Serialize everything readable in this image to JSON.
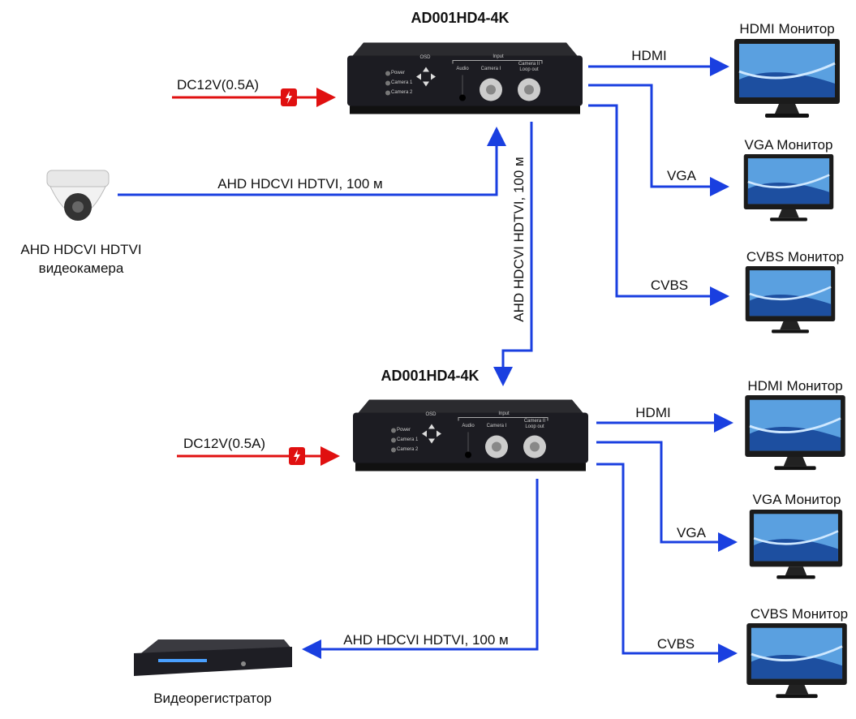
{
  "devices": [
    {
      "title": "AD001HD4-4K",
      "panel": {
        "osd": "OSD",
        "input": "Input",
        "leds": [
          "Power",
          "Camera 1",
          "Camera 2"
        ],
        "audio": "Audio",
        "cam1": "Camera I",
        "cam2a": "Camera II",
        "cam2b": "Loop out"
      }
    },
    {
      "title": "AD001HD4-4K",
      "panel": {
        "osd": "OSD",
        "input": "Input",
        "leds": [
          "Power",
          "Camera 1",
          "Camera 2"
        ],
        "audio": "Audio",
        "cam1": "Camera I",
        "cam2a": "Camera II",
        "cam2b": "Loop out"
      }
    }
  ],
  "power": [
    "DC12V(0.5A)",
    "DC12V(0.5A)"
  ],
  "camera": {
    "line1": "AHD HDCVI HDTVI",
    "line2": "видеокамера",
    "link": "AHD HDCVI HDTVI, 100 м"
  },
  "trunk": "AHD HDCVI HDTVI, 100 м",
  "dvr": {
    "label": "Видеорегистратор",
    "link": "AHD HDCVI HDTVI, 100 м"
  },
  "outputs": [
    "HDMI",
    "VGA",
    "CVBS"
  ],
  "monitors": [
    "HDMI Монитор",
    "VGA Монитор",
    "CVBS Монитор"
  ],
  "colors": {
    "signal": "#1a3fe0",
    "power": "#e01010"
  }
}
